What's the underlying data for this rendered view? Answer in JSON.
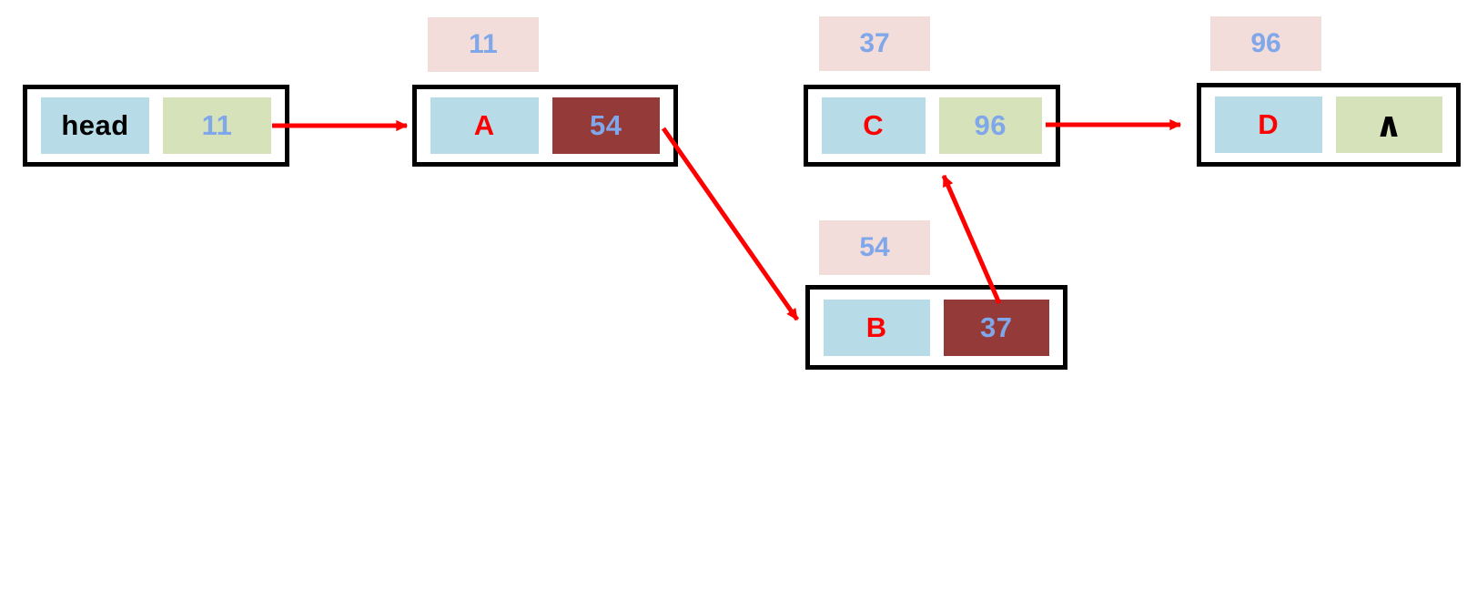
{
  "diagram_type": "singly-linked-list",
  "palette": {
    "background": "#ffffff",
    "node_border": "#000000",
    "name_field_bg": "#b7dce8",
    "pointer_field_bg": "#d6e2ba",
    "highlight_pointer_field_bg": "#943a38",
    "address_label_bg": "#f2dddb",
    "number_text": "#7fa7e9",
    "node_name_text": "#ff0000",
    "head_text": "#000000",
    "null_text": "#000000",
    "arrow": "#ff0000"
  },
  "nodes": [
    {
      "id": "head",
      "name": "head",
      "pointer": "11"
    },
    {
      "id": "A",
      "address": "11",
      "name": "A",
      "pointer": "54"
    },
    {
      "id": "B",
      "address": "54",
      "name": "B",
      "pointer": "37"
    },
    {
      "id": "C",
      "address": "37",
      "name": "C",
      "pointer": "96"
    },
    {
      "id": "D",
      "address": "96",
      "name": "D",
      "pointer": "∧"
    }
  ],
  "arrows": [
    {
      "from": "head.pointer",
      "to": "A"
    },
    {
      "from": "A.pointer",
      "to": "B"
    },
    {
      "from": "B.pointer",
      "to": "C"
    },
    {
      "from": "C.pointer",
      "to": "D"
    }
  ]
}
